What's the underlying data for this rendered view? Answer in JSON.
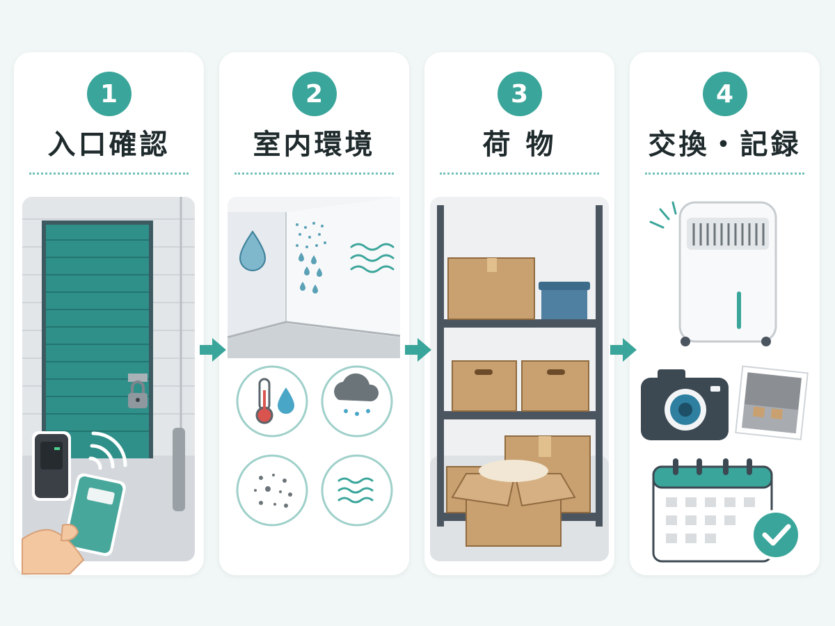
{
  "steps": [
    {
      "number": "1",
      "title": "入口確認"
    },
    {
      "number": "2",
      "title": "室内環境"
    },
    {
      "number": "3",
      "title": "荷 物"
    },
    {
      "number": "4",
      "title": "交換・記録"
    }
  ],
  "colors": {
    "accent": "#3aa59a",
    "background": "#f1f7f6",
    "card": "#ffffff",
    "text": "#1f2a2c"
  },
  "icons": {
    "step1": [
      "shutter-door-icon",
      "padlock-icon",
      "card-reader-icon",
      "hand-with-keycard-icon",
      "wireless-signal-icon"
    ],
    "step2": [
      "room-corner-icon",
      "water-drop-icon",
      "condensation-icon",
      "humid-air-waves-icon",
      "thermometer-humidity-icon",
      "rain-cloud-icon",
      "dust-particles-icon",
      "air-waves-icon"
    ],
    "step3": [
      "storage-shelf-icon",
      "cardboard-box-icon",
      "plastic-bin-icon",
      "open-box-icon"
    ],
    "step4": [
      "dehumidifier-icon",
      "camera-icon",
      "storage-photo-icon",
      "calendar-icon",
      "checkmark-icon"
    ],
    "arrows": "arrow-right-icon"
  }
}
